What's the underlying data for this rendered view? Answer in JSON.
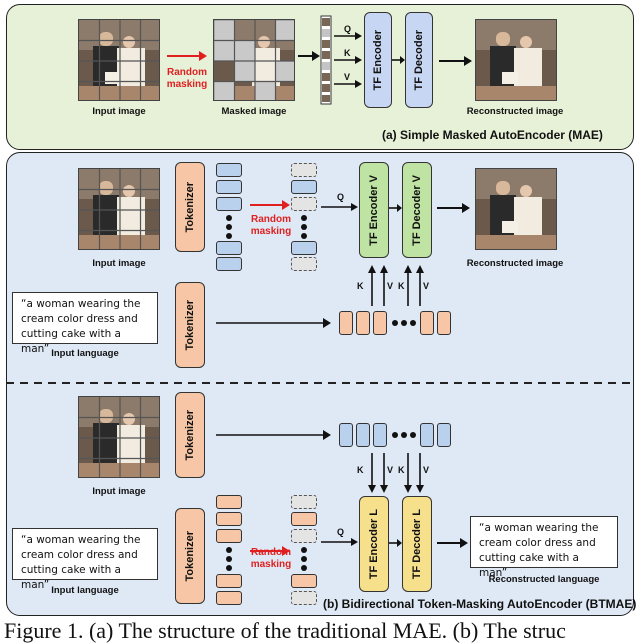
{
  "panel_a": {
    "caption": "(a) Simple Masked AutoEncoder (MAE)",
    "input_label": "Input image",
    "masked_label": "Masked image",
    "masking_text": "Random\nmasking",
    "encoder_label": "TF Encoder",
    "decoder_label": "TF Decoder",
    "output_label": "Reconstructed image",
    "q": "Q",
    "k": "K",
    "v": "V"
  },
  "panel_b_top": {
    "input_image_label": "Input image",
    "tokenizer_label": "Tokenizer",
    "masking_text": "Random\nmasking",
    "q": "Q",
    "encoder_label": "TF Encoder V",
    "decoder_label": "TF Decoder V",
    "output_label": "Reconstructed image",
    "k": "K",
    "v": "V",
    "input_text": "“a woman wearing the cream color dress and cutting cake with a man”",
    "input_text_label": "Input language"
  },
  "panel_b_bottom": {
    "input_image_label": "Input image",
    "tokenizer_label": "Tokenizer",
    "k": "K",
    "v": "V",
    "masking_text": "Random\nmasking",
    "q": "Q",
    "encoder_label": "TF Encoder L",
    "decoder_label": "TF Decoder L",
    "input_text": "“a woman wearing the cream color dress and cutting cake with a man”",
    "input_text_label": "Input language",
    "output_text": "“a woman wearing the cream color dress and cutting cake with a man”",
    "output_label": "Reconstructed language",
    "caption": "(b) Bidirectional Token-Masking AutoEncoder (BTMAE)"
  },
  "figure_caption": "Figure 1. (a) The structure of the traditional MAE. (b) The struc",
  "colors": {
    "panel_a_bg": "#e6f1d8",
    "panel_b_bg": "#dfe9f5",
    "encoder_green": "#bfe3a2",
    "decoder_blue": "#c7d6f2",
    "encoder_yellow": "#f7e08c",
    "token_blue": "#b9d1ec",
    "token_orange": "#f6c6a6",
    "arrow_red": "#e02020"
  }
}
